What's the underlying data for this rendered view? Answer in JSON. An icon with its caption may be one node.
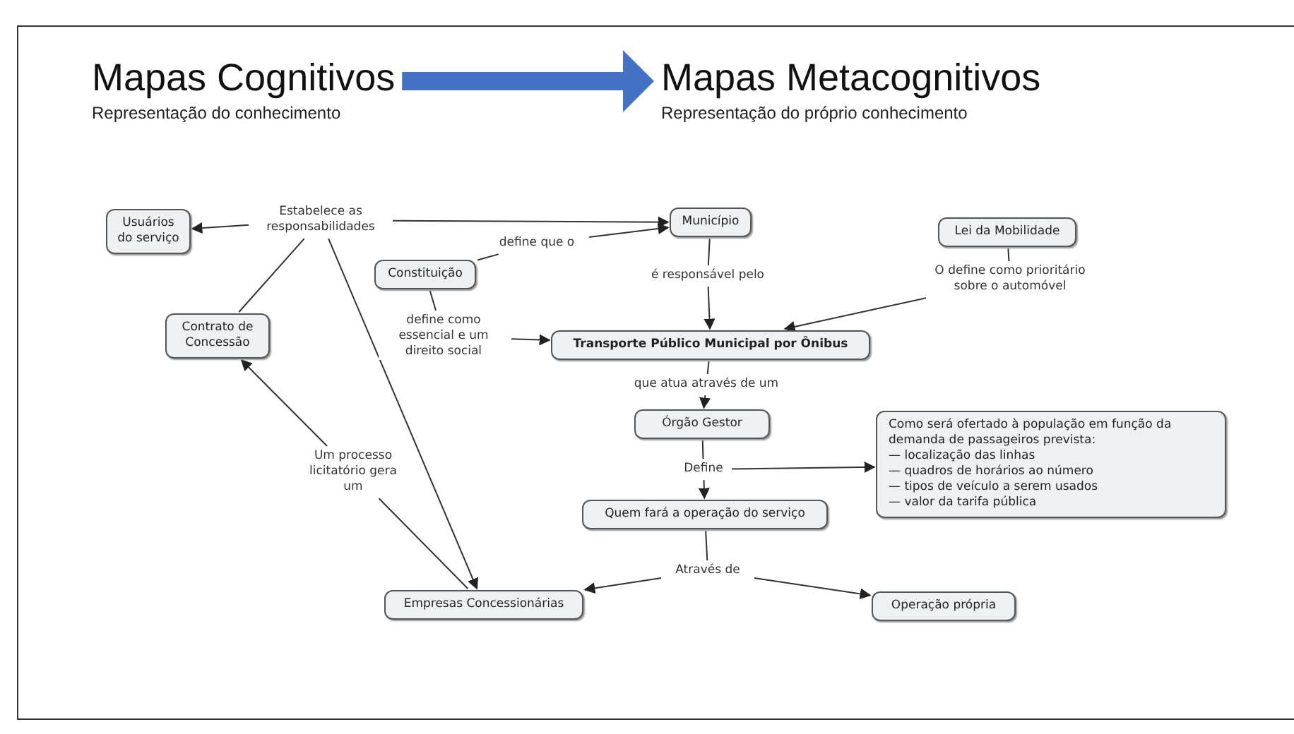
{
  "diagram": {
    "nodes": [
      {
        "text": [
          "Mapas Cognitivos",
          "Representação do conhecimento"
        ]
      },
      {
        "text": [
          "Mapas Metacognitivos",
          "Representação do próprio conhecimento"
        ]
      },
      {
        "text": [
          "Usuários do serviço"
        ]
      },
      {
        "text": [
          "Estabelece as responsabilidades"
        ]
      },
      {
        "text": [
          "Município"
        ]
      },
      {
        "text": [
          "Constituição"
        ]
      },
      {
        "text": [
          "define que o"
        ]
      },
      {
        "text": [
          "Lei da Mobilidade"
        ]
      },
      {
        "text": [
          "O define como prioritário sobre o automóvel"
        ]
      },
      {
        "text": [
          "Contrato de Concessão"
        ]
      },
      {
        "text": [
          "é responsável pelo"
        ]
      },
      {
        "text": [
          "define como essencial e um direito social"
        ]
      },
      {
        "text": [
          "Transporte Público Municipal por Ônibus"
        ]
      },
      {
        "text": [
          "que atua através de um"
        ]
      },
      {
        "text": [
          "Órgão Gestor"
        ]
      },
      {
        "text": [
          "Um processo licitatório gera um"
        ]
      },
      {
        "text": [
          "Define"
        ]
      },
      {
        "text": [
          "Como será ofertado à população em função da demanda de passageiros prevista:",
          "— localização das linhas",
          "— quadros de horários ao número",
          "— tipos de veículo a serem usados",
          "— valor da tarifa pública"
        ]
      },
      {
        "text": [
          "Quem fará a operação do serviço"
        ]
      },
      {
        "text": [
          "Através de"
        ]
      },
      {
        "text": [
          "Empresas Concessionárias"
        ]
      },
      {
        "text": [
          "Operação própria"
        ]
      }
    ],
    "edges": [
      {
        "from": 0,
        "to": 1,
        "arrow": "to",
        "style": "thick",
        "color": "#4472c4"
      },
      {
        "from": 3,
        "to": 2,
        "arrow": "to"
      },
      {
        "from": 3,
        "to": 4,
        "arrow": "to"
      },
      {
        "from": 9,
        "to": 3,
        "arrow": "none"
      },
      {
        "from": 3,
        "to": 20,
        "arrow": "to"
      },
      {
        "from": 5,
        "to": 6,
        "arrow": "none"
      },
      {
        "from": 6,
        "to": 4,
        "arrow": "to"
      },
      {
        "from": 4,
        "to": 10,
        "arrow": "none"
      },
      {
        "from": 10,
        "to": 12,
        "arrow": "to"
      },
      {
        "from": 5,
        "to": 11,
        "arrow": "none"
      },
      {
        "from": 11,
        "to": 12,
        "arrow": "to"
      },
      {
        "from": 7,
        "to": 8,
        "arrow": "none"
      },
      {
        "from": 8,
        "to": 12,
        "arrow": "to"
      },
      {
        "from": 12,
        "to": 13,
        "arrow": "none"
      },
      {
        "from": 13,
        "to": 14,
        "arrow": "to"
      },
      {
        "from": 20,
        "to": 15,
        "arrow": "none"
      },
      {
        "from": 15,
        "to": 9,
        "arrow": "to"
      },
      {
        "from": 14,
        "to": 16,
        "arrow": "none"
      },
      {
        "from": 16,
        "to": 18,
        "arrow": "to"
      },
      {
        "from": 16,
        "to": 17,
        "arrow": "to"
      },
      {
        "from": 18,
        "to": 19,
        "arrow": "none"
      },
      {
        "from": 19,
        "to": 20,
        "arrow": "to"
      },
      {
        "from": 19,
        "to": 21,
        "arrow": "to"
      }
    ]
  }
}
